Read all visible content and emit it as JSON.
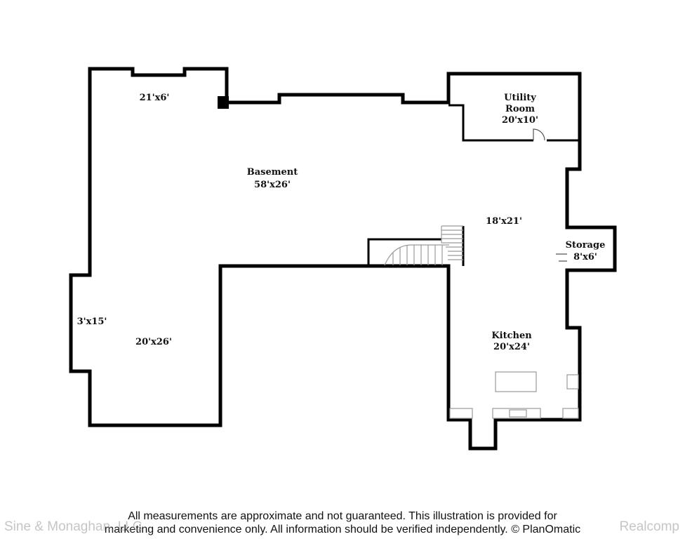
{
  "rooms": {
    "top_left": {
      "dims": "21'x6'"
    },
    "basement": {
      "name": "Basement",
      "dims": "58'x26'"
    },
    "utility": {
      "name_line1": "Utility",
      "name_line2": "Room",
      "dims": "20'x10'"
    },
    "center_right": {
      "dims": "18'x21'"
    },
    "storage": {
      "name": "Storage",
      "dims": "8'x6'"
    },
    "left_alcove": {
      "dims": "3'x15'"
    },
    "lower_left": {
      "dims": "20'x26'"
    },
    "kitchen": {
      "name": "Kitchen",
      "dims": "20'x24'"
    }
  },
  "disclaimer": {
    "line1": "All measurements are approximate and not guaranteed. This illustration is provided for",
    "line2": "marketing and convenience only. All information should be verified independently. © PlanOmatic"
  },
  "watermarks": {
    "left": "Sine & Monaghan, LLC",
    "right": "Realcomp"
  }
}
